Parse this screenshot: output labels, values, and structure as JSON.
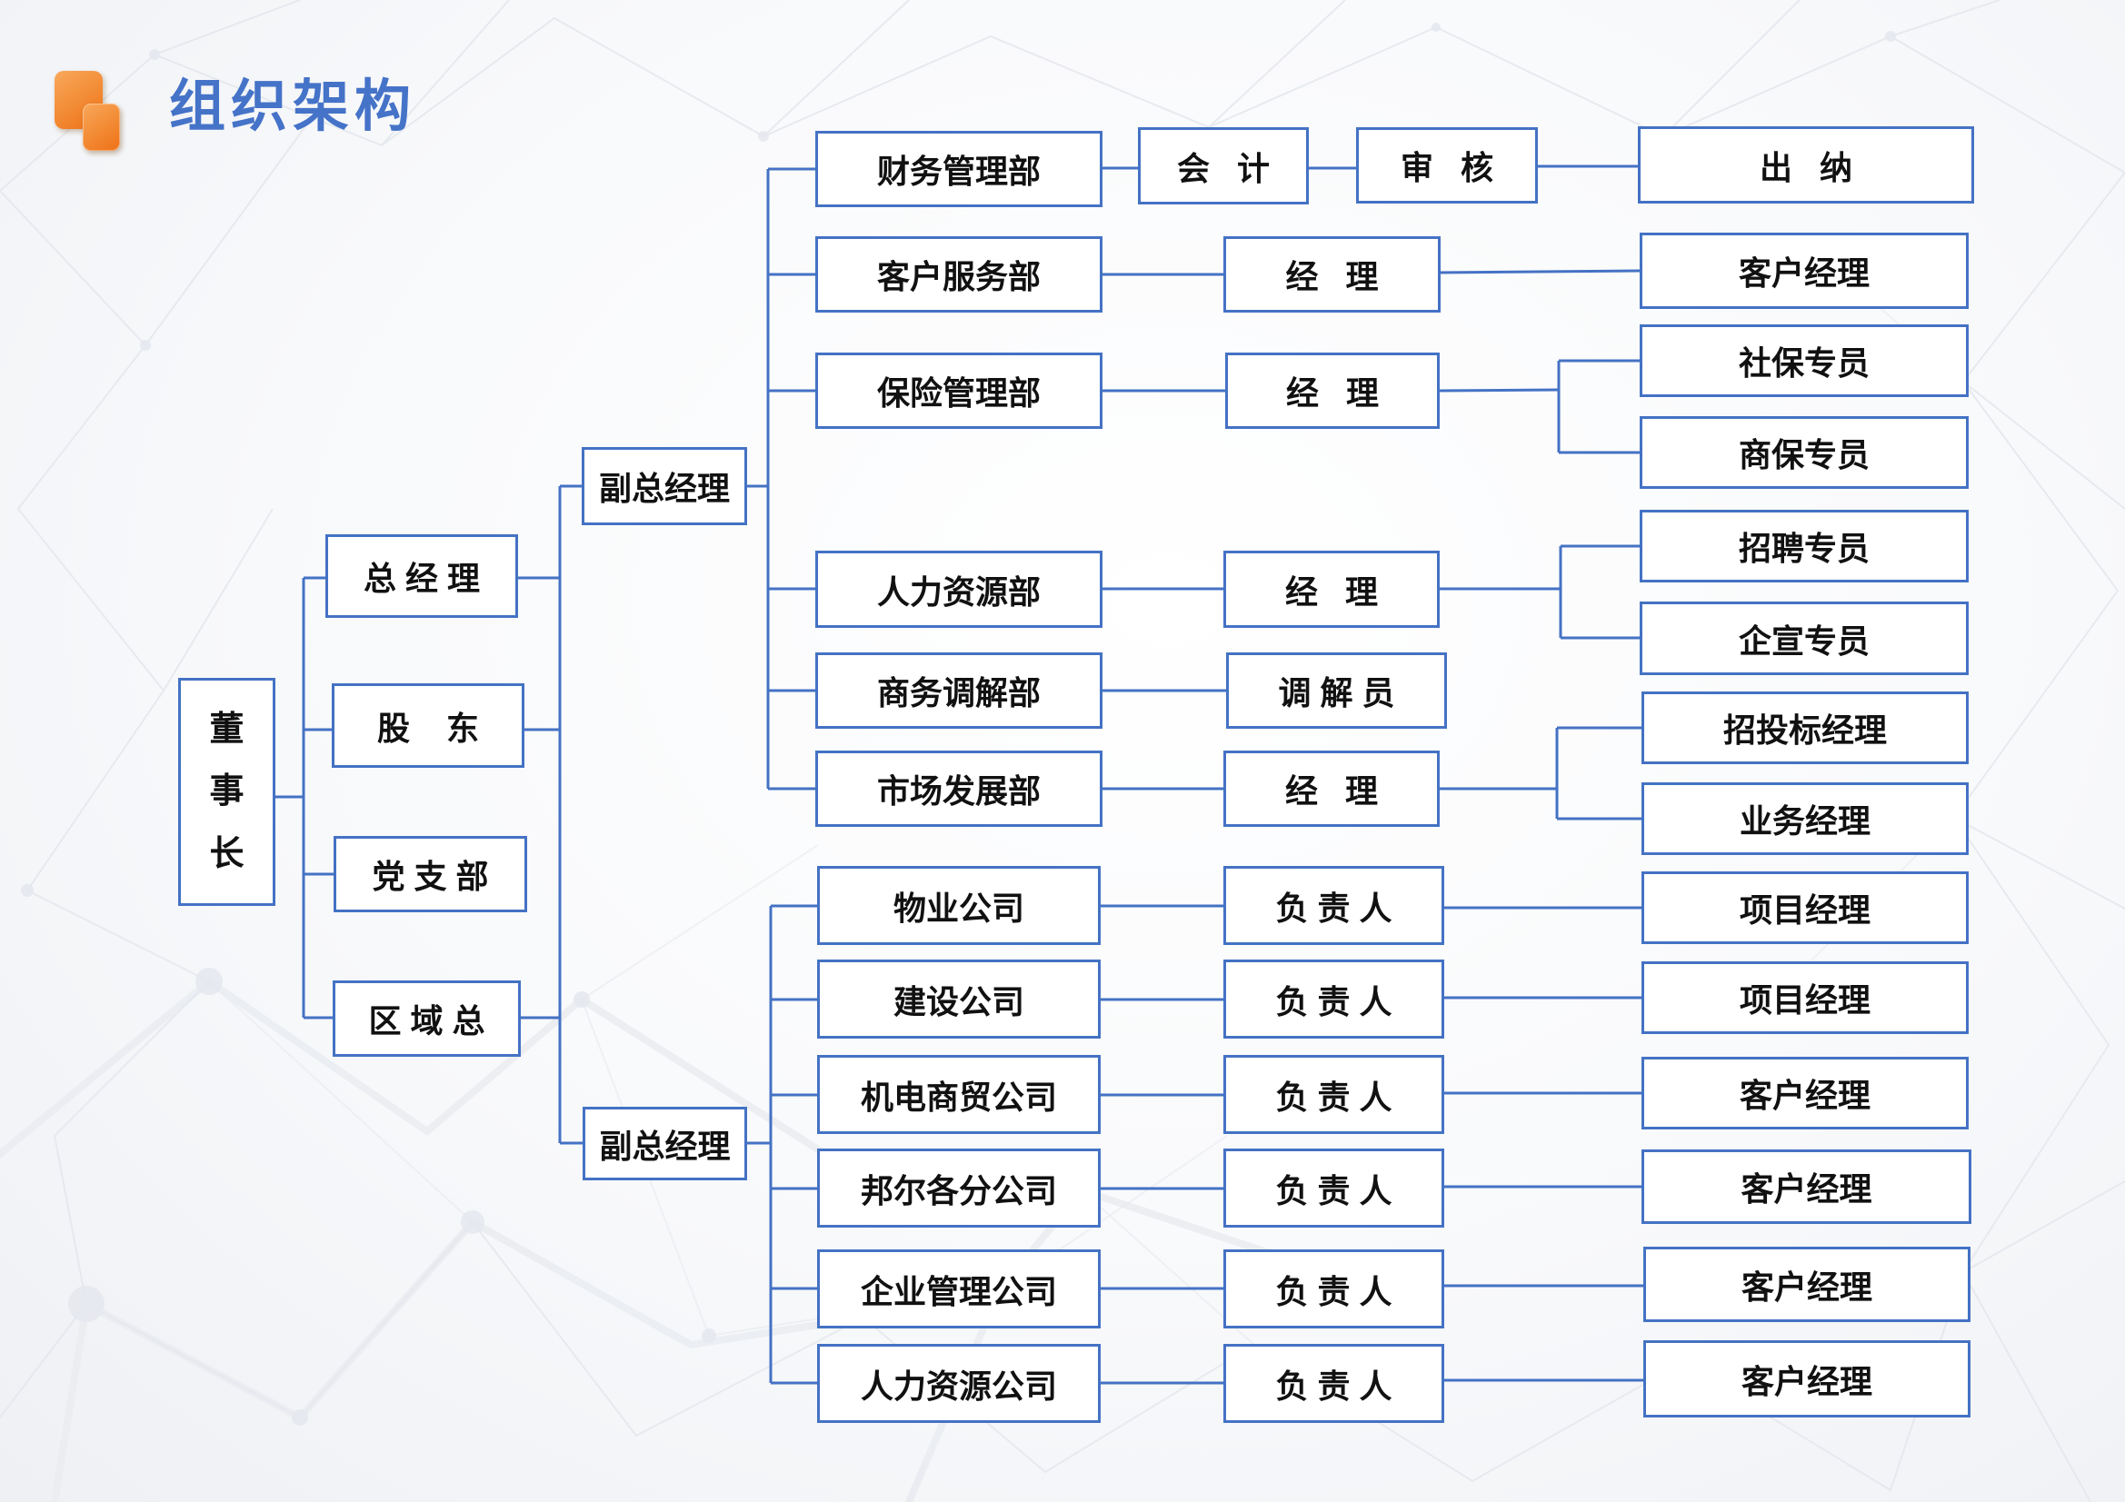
{
  "page": {
    "title": "组织架构"
  },
  "colors": {
    "accent_blue": "#4472C4",
    "title_blue": "#4573C8",
    "icon_orange_light": "#F9A85C",
    "icon_orange_dark": "#EE7017",
    "box_text": "#111111",
    "background": "#f4f5f8"
  },
  "nodes": {
    "chairman": {
      "label": "董事长"
    },
    "general_manager": {
      "label": "总 经 理"
    },
    "shareholder": {
      "label": "股    东"
    },
    "party_branch": {
      "label": "党 支 部"
    },
    "regional_head": {
      "label": "区 域 总"
    },
    "deputy_gm_1": {
      "label": "副总经理"
    },
    "deputy_gm_2": {
      "label": "副总经理"
    },
    "dept_finance": {
      "label": "财务管理部"
    },
    "accountant": {
      "label": "会   计"
    },
    "auditor": {
      "label": "审   核"
    },
    "cashier": {
      "label": "出   纳"
    },
    "dept_customer_service": {
      "label": "客户服务部"
    },
    "manager_customer_service": {
      "label": "经   理"
    },
    "customer_manager_1": {
      "label": "客户经理"
    },
    "dept_insurance": {
      "label": "保险管理部"
    },
    "manager_insurance": {
      "label": "经   理"
    },
    "social_insurance_specialist": {
      "label": "社保专员"
    },
    "commercial_insurance_specialist": {
      "label": "商保专员"
    },
    "dept_hr": {
      "label": "人力资源部"
    },
    "manager_hr": {
      "label": "经   理"
    },
    "recruiting_specialist": {
      "label": "招聘专员"
    },
    "pr_specialist": {
      "label": "企宣专员"
    },
    "dept_mediation": {
      "label": "商务调解部"
    },
    "mediator": {
      "label": "调 解 员"
    },
    "dept_market": {
      "label": "市场发展部"
    },
    "manager_market": {
      "label": "经   理"
    },
    "tender_manager": {
      "label": "招投标经理"
    },
    "business_manager": {
      "label": "业务经理"
    },
    "co_property": {
      "label": "物业公司"
    },
    "head_property": {
      "label": "负 责 人"
    },
    "project_manager_1": {
      "label": "项目经理"
    },
    "co_construction": {
      "label": "建设公司"
    },
    "head_construction": {
      "label": "负 责 人"
    },
    "project_manager_2": {
      "label": "项目经理"
    },
    "co_electromech": {
      "label": "机电商贸公司"
    },
    "head_electromech": {
      "label": "负 责 人"
    },
    "customer_manager_2": {
      "label": "客户经理"
    },
    "co_banger_branches": {
      "label": "邦尔各分公司"
    },
    "head_banger": {
      "label": "负 责 人"
    },
    "customer_manager_3": {
      "label": "客户经理"
    },
    "co_enterprise_mgmt": {
      "label": "企业管理公司"
    },
    "head_enterprise": {
      "label": "负 责 人"
    },
    "customer_manager_4": {
      "label": "客户经理"
    },
    "co_hr": {
      "label": "人力资源公司"
    },
    "head_hr_co": {
      "label": "负 责 人"
    },
    "customer_manager_5": {
      "label": "客户经理"
    }
  }
}
